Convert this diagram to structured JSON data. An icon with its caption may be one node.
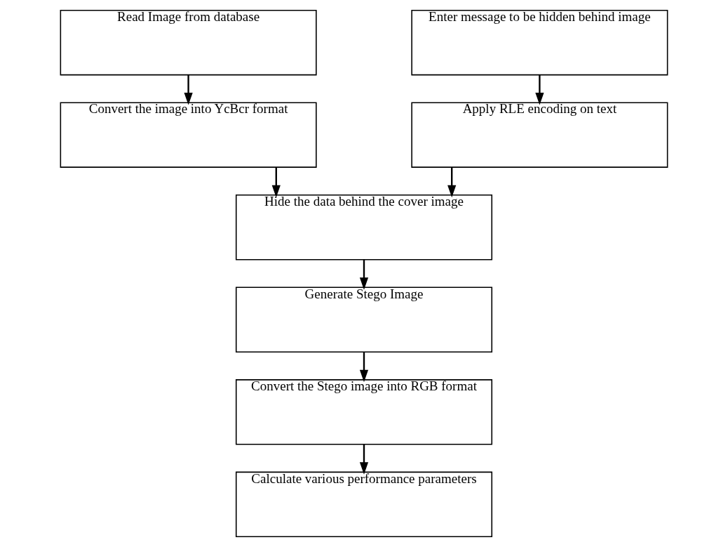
{
  "diagram": {
    "nodes": [
      {
        "text": [
          "Read Image from database"
        ]
      },
      {
        "text": [
          "Convert the image into YcBcr format"
        ]
      },
      {
        "text": [
          "Hide the data behind the cover image"
        ]
      },
      {
        "text": [
          "Generate Stego Image"
        ]
      },
      {
        "text": [
          "Convert the Stego image into RGB format"
        ]
      },
      {
        "text": [
          "Calculate various performance parameters"
        ]
      },
      {
        "text": [
          "Enter message to be hidden behind image"
        ]
      },
      {
        "text": [
          "Apply RLE encoding on text"
        ]
      }
    ],
    "edges": [
      {
        "from": 0,
        "to": 1,
        "arrow": "to"
      },
      {
        "from": 1,
        "to": 2,
        "arrow": "to"
      },
      {
        "from": 2,
        "to": 3,
        "arrow": "to"
      },
      {
        "from": 3,
        "to": 4,
        "arrow": "to"
      },
      {
        "from": 4,
        "to": 5,
        "arrow": "to"
      },
      {
        "from": 6,
        "to": 7,
        "arrow": "to"
      },
      {
        "from": 7,
        "to": 2,
        "arrow": "to"
      }
    ]
  }
}
